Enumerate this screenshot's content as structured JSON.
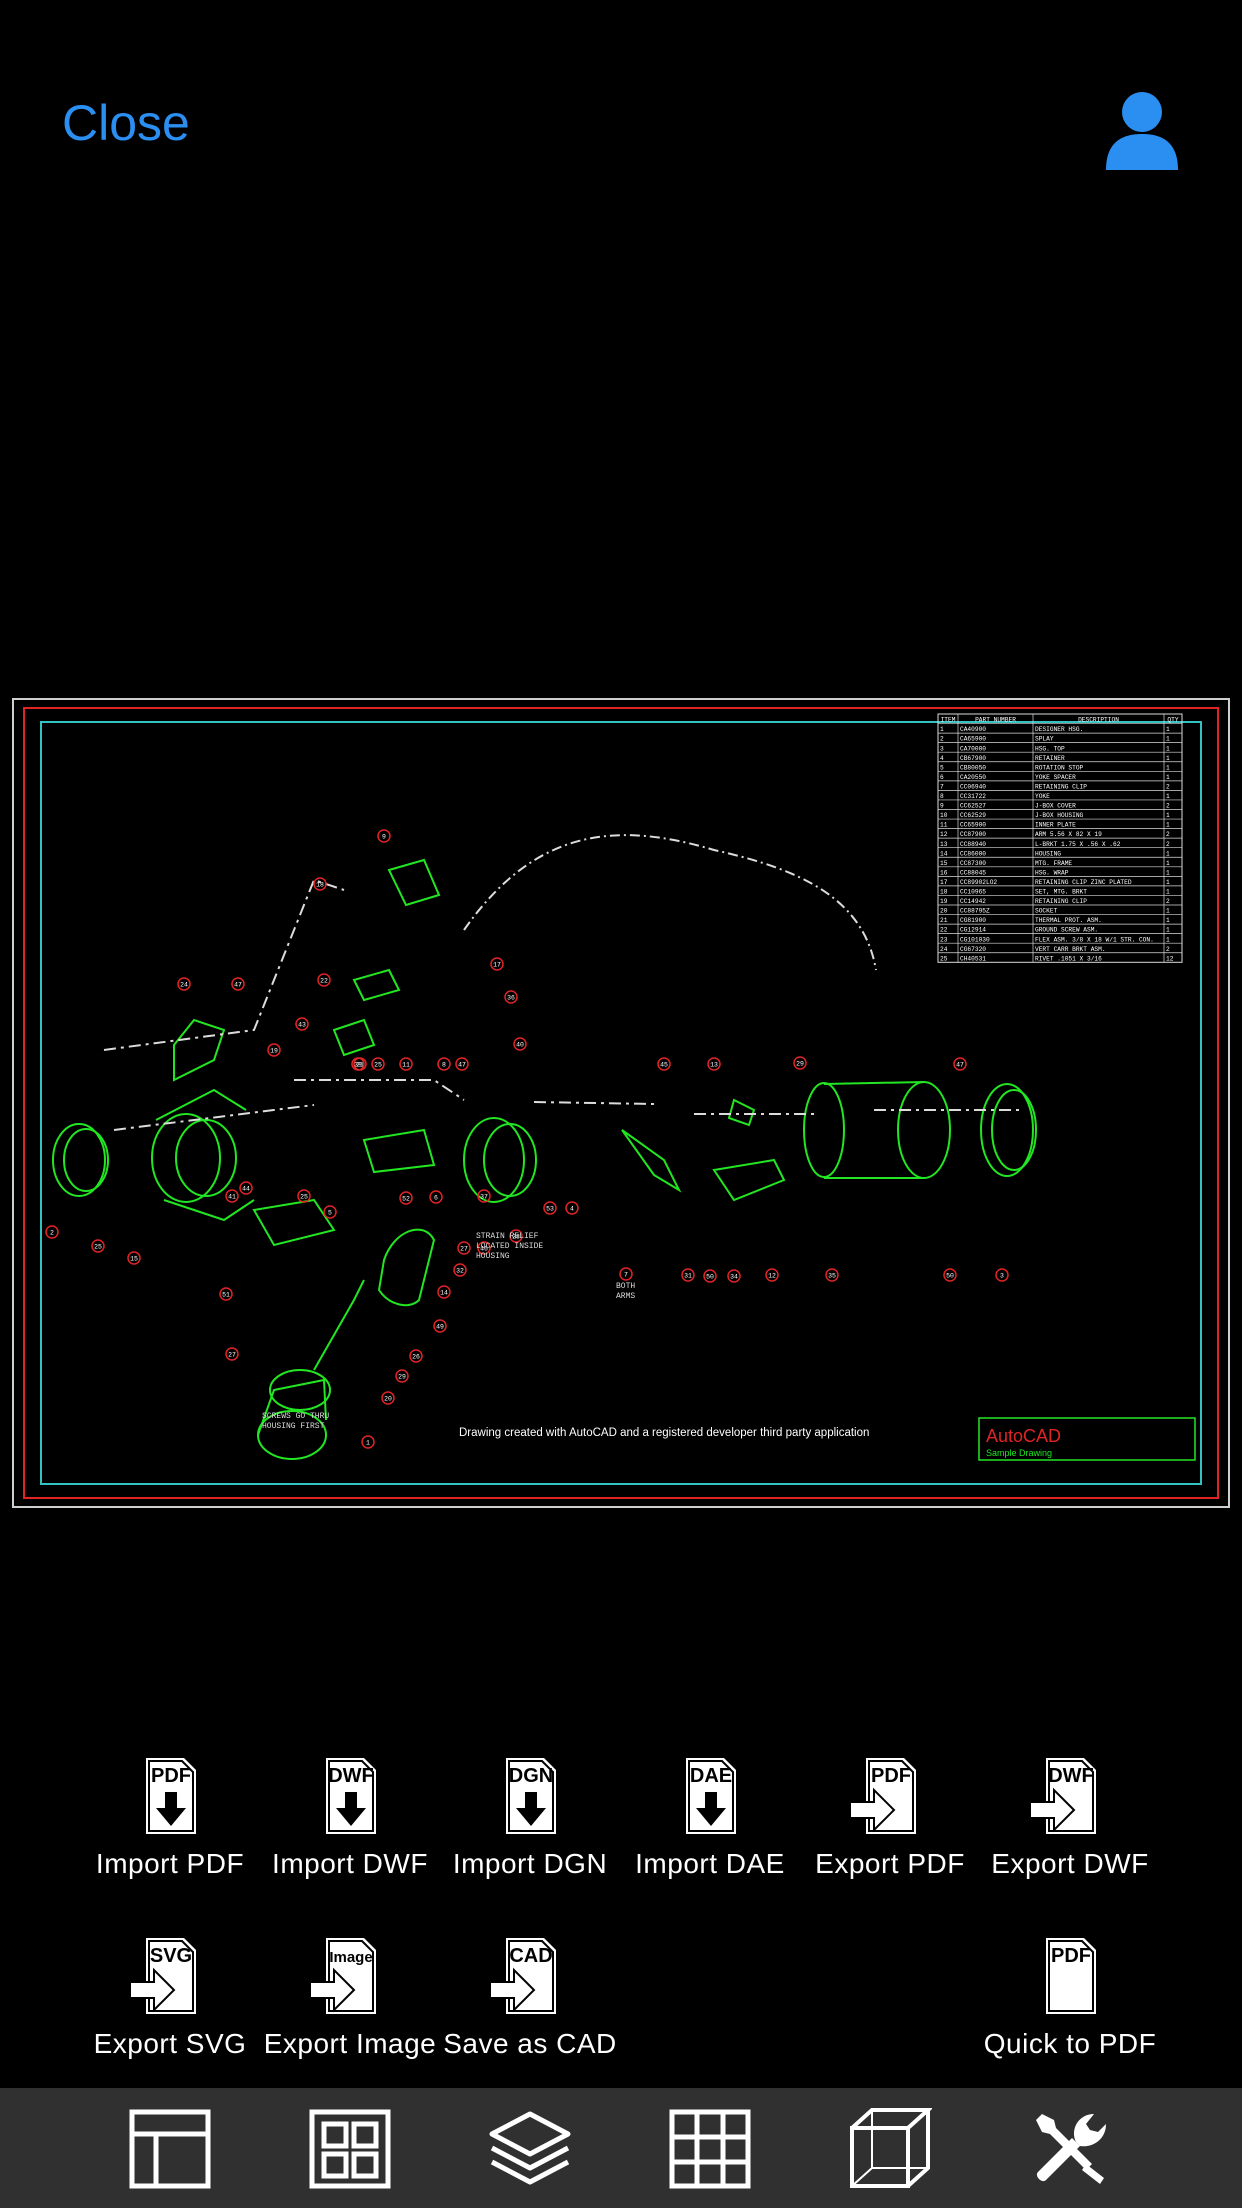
{
  "header": {
    "close_label": "Close",
    "account_icon": "user-icon"
  },
  "colors": {
    "accent": "#2b8ff2",
    "drawing_lines": "#22e622",
    "title_red": "#e02424",
    "border_cyan": "#33c2c2",
    "toolbar_bg": "#303030"
  },
  "drawing": {
    "caption": "Drawing created with AutoCAD and a registered developer third party application",
    "title_block": {
      "brand": "AutoCAD",
      "subtitle": "Sample Drawing"
    },
    "notes": {
      "screws": "SCREWS GO THRU",
      "screws2": "HOUSING FIRST",
      "strain1": "STRAIN RELIEF",
      "strain2": "LOCATED INSIDE",
      "strain3": "HOUSING",
      "both1": "BOTH",
      "both2": "ARMS"
    },
    "parts_table": {
      "headers": [
        "ITEM",
        "PART NUMBER",
        "DESCRIPTION",
        "QTY"
      ],
      "rows": [
        [
          "1",
          "CA40900",
          "DESIGNER HSG.",
          "1"
        ],
        [
          "2",
          "CA65900",
          "SPLAY",
          "1"
        ],
        [
          "3",
          "CA70000",
          "HSG. TOP",
          "1"
        ],
        [
          "4",
          "CB67900",
          "RETAINER",
          "1"
        ],
        [
          "5",
          "CB80050",
          "ROTATION STOP",
          "1"
        ],
        [
          "6",
          "CA20550",
          "YOKE SPACER",
          "1"
        ],
        [
          "7",
          "CC06940",
          "RETAINING CLIP",
          "2"
        ],
        [
          "8",
          "CC31722",
          "YOKE",
          "1"
        ],
        [
          "9",
          "CC62527",
          "J-BOX COVER",
          "2"
        ],
        [
          "10",
          "CC62529",
          "J-BOX HOUSING",
          "1"
        ],
        [
          "11",
          "CC65900",
          "INNER PLATE",
          "1"
        ],
        [
          "12",
          "CC87900",
          "ARM 5.56 X 82 X 19",
          "2"
        ],
        [
          "13",
          "CC88940",
          "L-BRKT 1.75 X .56 X .62",
          "2"
        ],
        [
          "14",
          "CC86000",
          "HOUSING",
          "1"
        ],
        [
          "15",
          "CC87300",
          "MTG. FRAME",
          "1"
        ],
        [
          "16",
          "CC88045",
          "HSG. WRAP",
          "1"
        ],
        [
          "17",
          "CC89902LO2",
          "RETAINING CLIP ZINC PLATED",
          "1"
        ],
        [
          "18",
          "CC10965",
          "SET, MTG. BRKT",
          "1"
        ],
        [
          "19",
          "CC14942",
          "RETAINING CLIP",
          "2"
        ],
        [
          "20",
          "CC88795Z",
          "SOCKET",
          "1"
        ],
        [
          "21",
          "CG81900",
          "THERMAL PROT. ASM.",
          "1"
        ],
        [
          "22",
          "CG12914",
          "GROUND SCREW ASM.",
          "1"
        ],
        [
          "23",
          "CG101030",
          "FLEX ASM. 3/8 X 18 W/1 STR. CON.",
          "1"
        ],
        [
          "24",
          "CG67320",
          "VERT CARR BRKT ASM.",
          "2"
        ],
        [
          "25",
          "CH40531",
          "RIVET .1051 X 3/16",
          "12"
        ]
      ]
    },
    "balloons": [
      "9",
      "18",
      "24",
      "47",
      "22",
      "43",
      "19",
      "21",
      "11",
      "8",
      "47",
      "39",
      "25",
      "5",
      "52",
      "6",
      "53",
      "4",
      "2",
      "25",
      "15",
      "51",
      "17",
      "36",
      "40",
      "28",
      "27",
      "46",
      "32",
      "14",
      "49",
      "26",
      "29",
      "20",
      "1",
      "27",
      "45",
      "13",
      "29",
      "47",
      "7",
      "31",
      "50",
      "34",
      "12",
      "35",
      "50",
      "3",
      "44",
      "41",
      "25",
      "37"
    ]
  },
  "actions": [
    {
      "id": "import-pdf",
      "label": "Import PDF",
      "icon_text": "PDF",
      "icon_kind": "import"
    },
    {
      "id": "import-dwf",
      "label": "Import DWF",
      "icon_text": "DWF",
      "icon_kind": "import"
    },
    {
      "id": "import-dgn",
      "label": "Import DGN",
      "icon_text": "DGN",
      "icon_kind": "import"
    },
    {
      "id": "import-dae",
      "label": "Import DAE",
      "icon_text": "DAE",
      "icon_kind": "import"
    },
    {
      "id": "export-pdf",
      "label": "Export PDF",
      "icon_text": "PDF",
      "icon_kind": "export"
    },
    {
      "id": "export-dwf",
      "label": "Export DWF",
      "icon_text": "DWF",
      "icon_kind": "export"
    },
    {
      "id": "export-svg",
      "label": "Export SVG",
      "icon_text": "SVG",
      "icon_kind": "export"
    },
    {
      "id": "export-image",
      "label": "Export Image",
      "icon_text": "Image",
      "icon_kind": "export"
    },
    {
      "id": "save-as-cad",
      "label": "Save as CAD",
      "icon_text": "CAD",
      "icon_kind": "export"
    },
    {
      "id": "quick-to-pdf",
      "label": "Quick to PDF",
      "icon_text": "PDF",
      "icon_kind": "plain"
    }
  ],
  "toolbar": [
    {
      "id": "layout",
      "icon": "layout-icon"
    },
    {
      "id": "viewports",
      "icon": "four-grid-icon"
    },
    {
      "id": "layers",
      "icon": "layers-icon"
    },
    {
      "id": "grid",
      "icon": "nine-grid-icon"
    },
    {
      "id": "3d-view",
      "icon": "cube-icon"
    },
    {
      "id": "tools",
      "icon": "tools-icon"
    }
  ]
}
